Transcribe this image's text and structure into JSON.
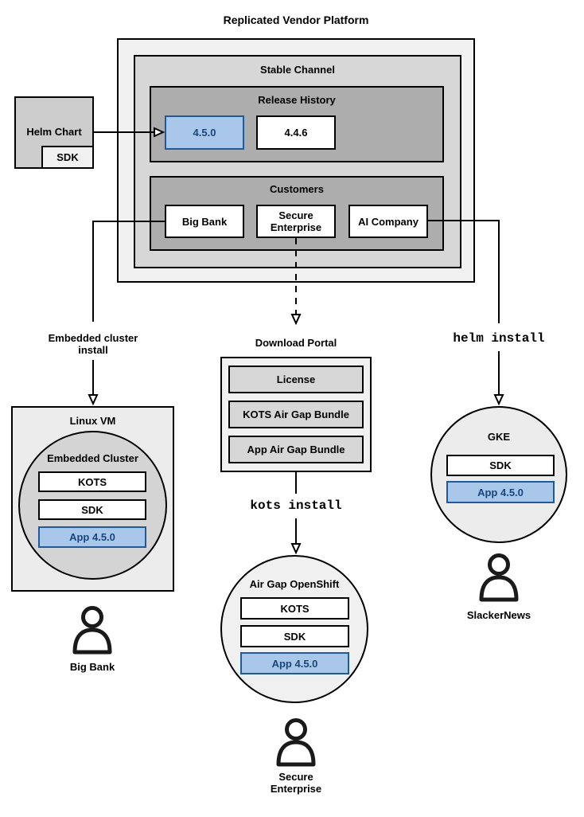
{
  "title": "Replicated Vendor Platform",
  "platform": {
    "stable_channel_label": "Stable Channel",
    "release_history_label": "Release History",
    "releases": {
      "current": "4.5.0",
      "previous": "4.4.6"
    },
    "customers_label": "Customers",
    "customers": [
      "Big Bank",
      "Secure Enterprise",
      "AI Company"
    ]
  },
  "helm_chart": {
    "label": "Helm Chart",
    "sdk": "SDK"
  },
  "left_flow": {
    "arrow_label": "Embedded cluster install",
    "vm_label": "Linux VM",
    "cluster_label": "Embedded Cluster",
    "components": [
      "KOTS",
      "SDK"
    ],
    "app": "App 4.5.0",
    "user": "Big Bank"
  },
  "middle_flow": {
    "portal_label": "Download Portal",
    "portal_items": [
      "License",
      "KOTS Air Gap Bundle",
      "App Air Gap Bundle"
    ],
    "command": "kots install",
    "cluster_label": "Air Gap OpenShift",
    "components": [
      "KOTS",
      "SDK"
    ],
    "app": "App 4.5.0",
    "user": "Secure Enterprise"
  },
  "right_flow": {
    "command": "helm install",
    "cluster_label": "GKE",
    "components": [
      "SDK"
    ],
    "app": "App 4.5.0",
    "user": "SlackerNews"
  },
  "colors": {
    "highlight_fill": "#a9c7e8",
    "highlight_border": "#1e5b9e",
    "highlight_text": "#17467e",
    "platform_outer": "#f1f1f1",
    "channel_gray": "#d7d7d7",
    "group_gray": "#adadad"
  }
}
